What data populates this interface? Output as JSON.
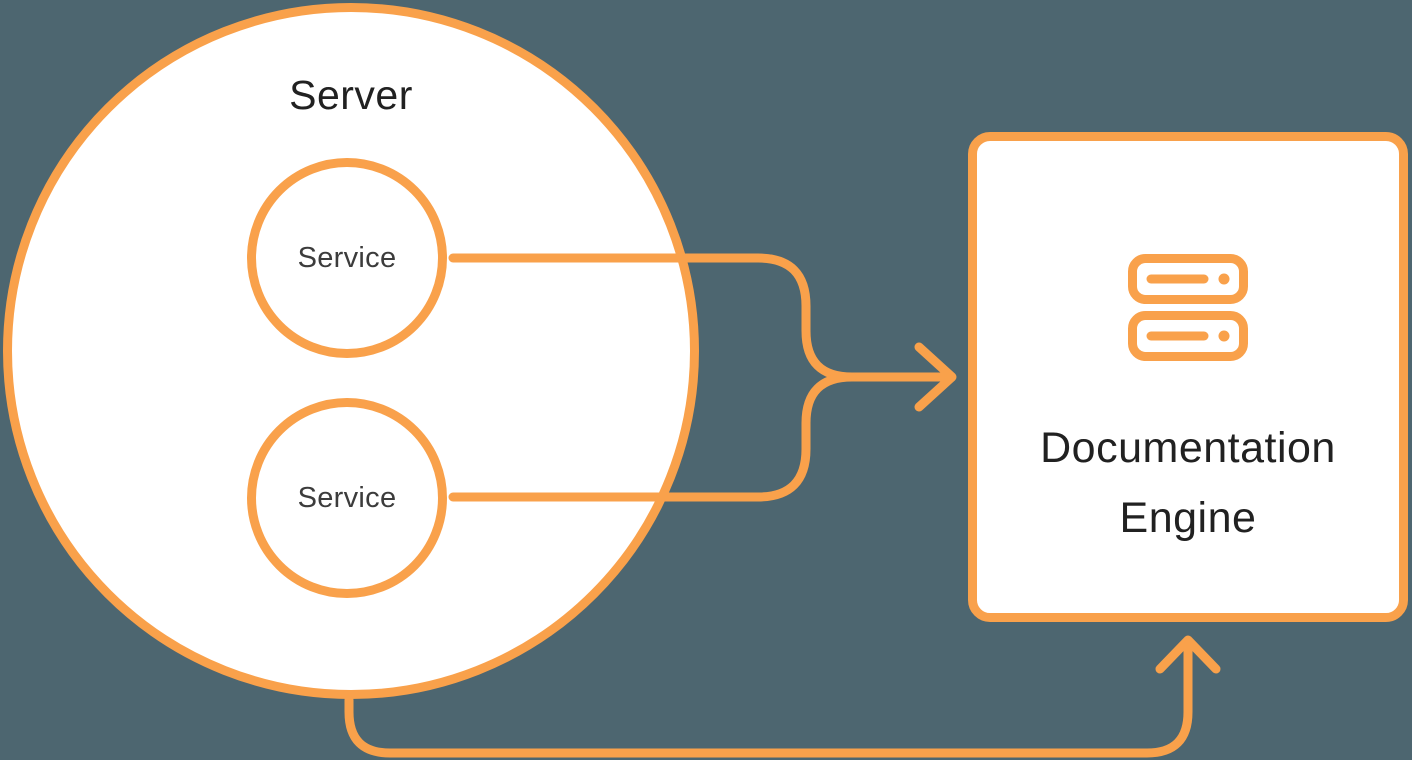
{
  "colors": {
    "background": "#4D6670",
    "accent": "#F9A14B",
    "node_fill": "#FFFFFF",
    "title_text": "#212121",
    "service_text": "#3C3C3C"
  },
  "diagram": {
    "server": {
      "label": "Server",
      "services": [
        {
          "label": "Service"
        },
        {
          "label": "Service"
        }
      ]
    },
    "documentation_engine": {
      "label_line1": "Documentation",
      "label_line2": "Engine",
      "icon": "server-stack-icon"
    }
  }
}
